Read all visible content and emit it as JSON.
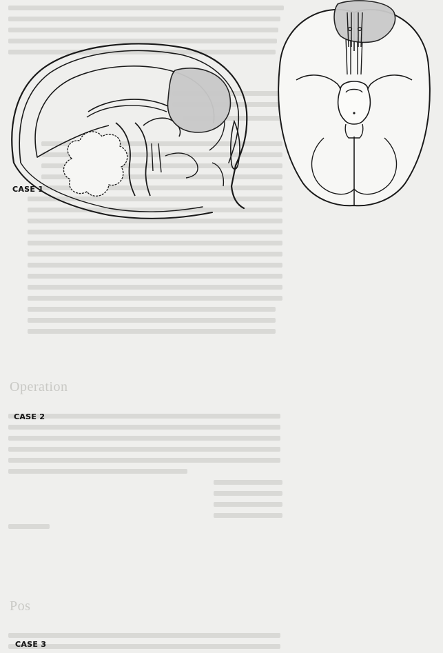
{
  "figure": {
    "panels": [
      {
        "id": 1,
        "caption": "CASE 1"
      },
      {
        "id": 2,
        "caption": "CASE 2"
      },
      {
        "id": 3,
        "caption": "CASE 3"
      }
    ],
    "colors": {
      "ink": "#1a1a1a",
      "lesion": "#c9c9c9",
      "paper": "#efefed",
      "bleed": "#d9d9d6"
    }
  },
  "bleed_through": {
    "heading_1": "Operation",
    "heading_2": "Pos"
  }
}
